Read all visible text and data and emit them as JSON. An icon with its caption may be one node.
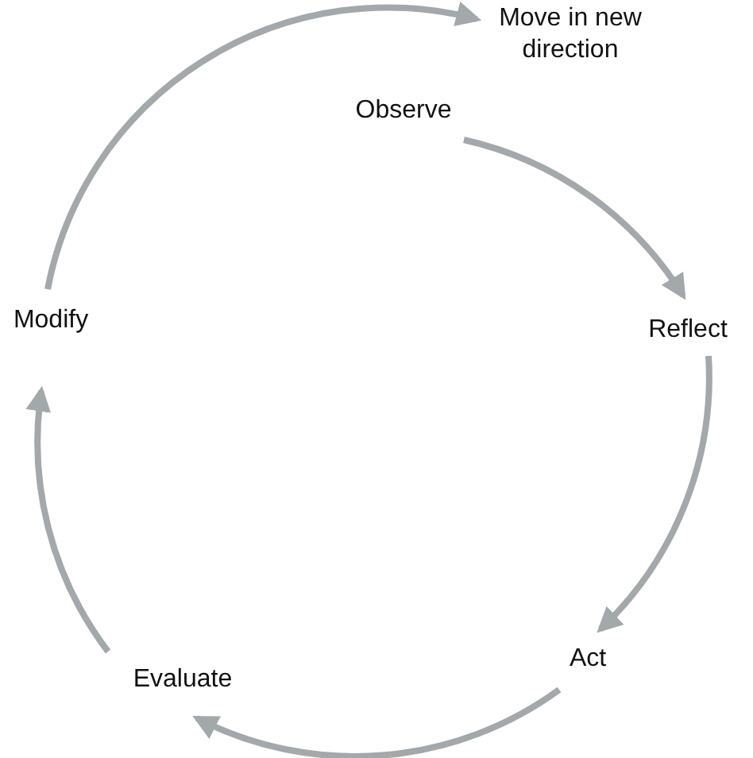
{
  "diagram": {
    "nodes": [
      {
        "text": [
          "Move in new direction"
        ]
      },
      {
        "text": [
          "Observe"
        ]
      },
      {
        "text": [
          "Reflect"
        ]
      },
      {
        "text": [
          "Act"
        ]
      },
      {
        "text": [
          "Evaluate"
        ]
      },
      {
        "text": [
          "Modify"
        ]
      }
    ],
    "edges": [
      {
        "from": 1,
        "to": 2,
        "arrow": "to"
      },
      {
        "from": 2,
        "to": 3,
        "arrow": "to"
      },
      {
        "from": 3,
        "to": 4,
        "arrow": "to"
      },
      {
        "from": 4,
        "to": 5,
        "arrow": "to"
      },
      {
        "from": 5,
        "to": 0,
        "arrow": "to"
      }
    ]
  }
}
